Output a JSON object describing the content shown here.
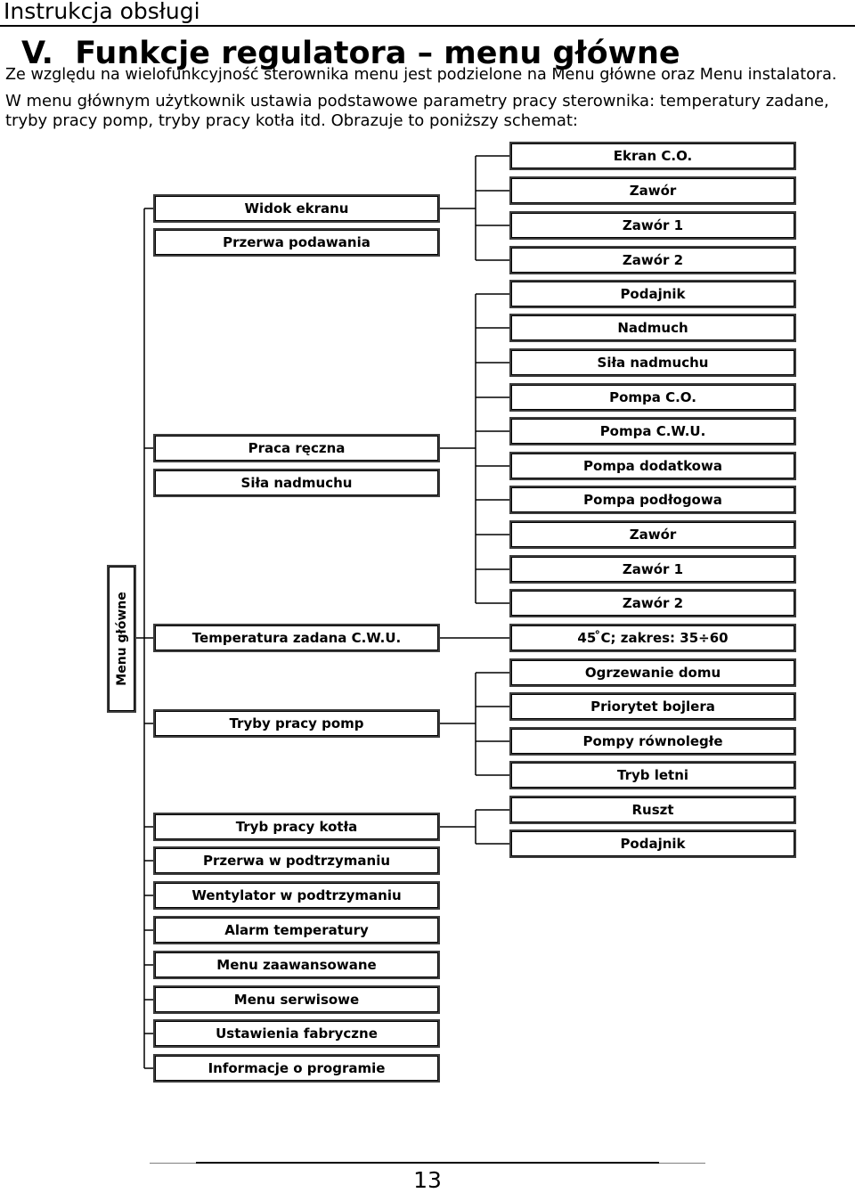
{
  "header": {
    "running_title": "Instrukcja obsługi"
  },
  "section": {
    "number": "V.",
    "title": "Funkcje regulatora – menu główne"
  },
  "intro": {
    "line1": "Ze względu na wielofunkcyjność sterownika menu jest podzielone na Menu główne oraz Menu instalatora.",
    "line2": "W menu głównym użytkownik ustawia podstawowe parametry pracy sterownika: temperatury zadane,",
    "line3": "tryby pracy pomp, tryby pracy kotła itd. Obrazuje to poniższy schemat:"
  },
  "diagram": {
    "root": "Menu główne",
    "level1": [
      "Widok ekranu",
      "Przerwa podawania",
      "Praca ręczna",
      "Siła nadmuchu",
      "Temperatura zadana C.W.U.",
      "Tryby pracy pomp",
      "Tryb pracy kotła",
      "Przerwa w podtrzymaniu",
      "Wentylator w podtrzymaniu",
      "Alarm temperatury",
      "Menu zaawansowane",
      "Menu serwisowe",
      "Ustawienia fabryczne",
      "Informacje o programie"
    ],
    "level2": {
      "widok_ekranu": [
        "Ekran C.O.",
        "Zawór",
        "Zawór 1",
        "Zawór 2"
      ],
      "praca_reczna": [
        "Podajnik",
        "Nadmuch",
        "Siła nadmuchu",
        "Pompa C.O.",
        "Pompa C.W.U.",
        "Pompa dodatkowa",
        "Pompa podłogowa",
        "Zawór",
        "Zawór 1",
        "Zawór 2"
      ],
      "temperatura_cwu": [
        "45 ̊C; zakres: 35÷60"
      ],
      "tryby_pracy_pomp": [
        "Ogrzewanie domu",
        "Priorytet bojlera",
        "Pompy równoległe",
        "Tryb letni"
      ],
      "tryb_pracy_kotla": [
        "Ruszt",
        "Podajnik"
      ]
    }
  },
  "footer": {
    "page_number": "13"
  }
}
